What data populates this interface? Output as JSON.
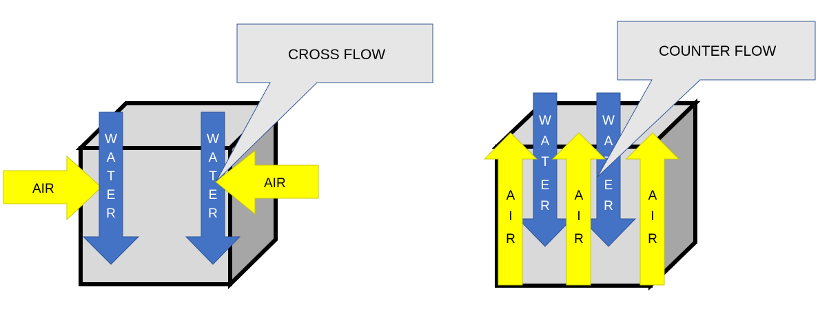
{
  "cross_flow": {
    "callout_label": "CROSS FLOW",
    "air_left_label": "AIR",
    "air_right_label": "AIR",
    "water_left_letters": [
      "W",
      "A",
      "T",
      "E",
      "R"
    ],
    "water_right_letters": [
      "W",
      "A",
      "T",
      "E",
      "R"
    ]
  },
  "counter_flow": {
    "callout_label": "COUNTER FLOW",
    "water_1_letters": [
      "W",
      "A",
      "T",
      "E",
      "R"
    ],
    "water_2_letters": [
      "W",
      "A",
      "T",
      "E",
      "R"
    ],
    "air_1_letters": [
      "A",
      "I",
      "R"
    ],
    "air_2_letters": [
      "A",
      "I",
      "R"
    ],
    "air_3_letters": [
      "A",
      "I",
      "R"
    ]
  },
  "colors": {
    "cube_front": "#d9d9d9",
    "cube_top": "#d9d9d9",
    "cube_side": "#a6a6a6",
    "water_arrow": "#4472c4",
    "air_arrow": "#ffff00",
    "callout_fill": "#e7e6e6",
    "callout_stroke": "#2f5597"
  }
}
